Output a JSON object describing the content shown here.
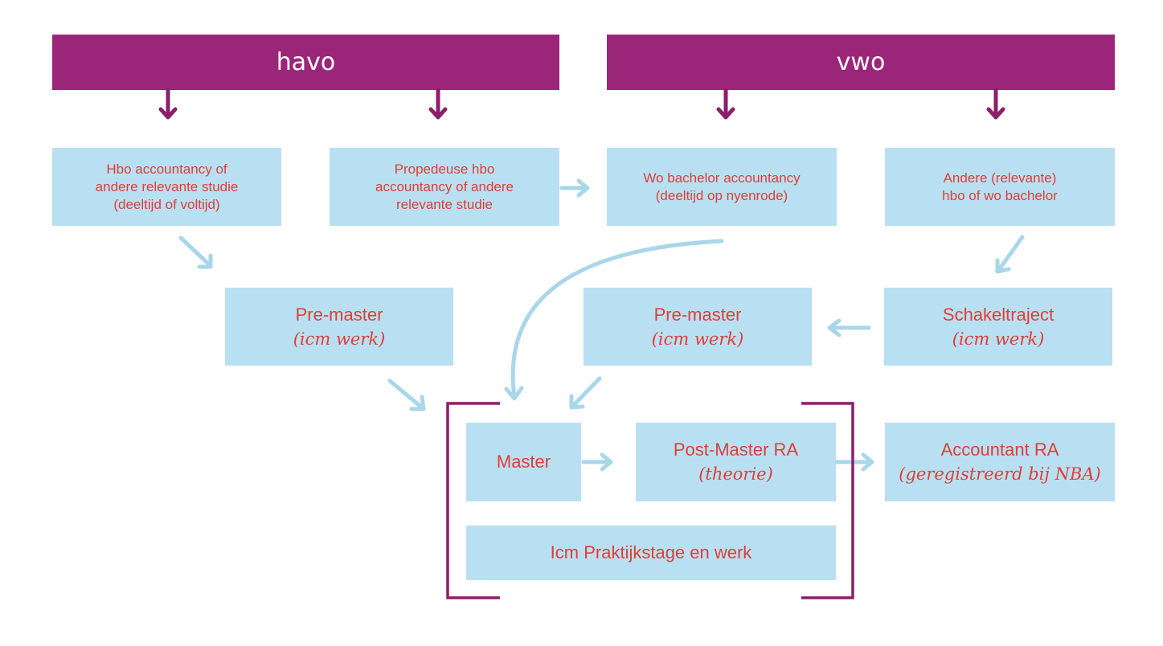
{
  "headers": {
    "havo": "havo",
    "vwo": "vwo"
  },
  "boxes": {
    "hbo_accountancy": [
      "Hbo accountancy  of",
      "andere relevante studie",
      "(deeltijd of voltijd)"
    ],
    "propedeuse": [
      "Propedeuse hbo",
      "accountancy of andere",
      "relevante studie"
    ],
    "wo_bachelor": [
      "Wo bachelor accountancy",
      "(deeltijd op nyenrode)"
    ],
    "andere_bachelor": [
      "Andere (relevante)",
      "hbo of wo bachelor"
    ],
    "premaster_left": {
      "title": "Pre-master",
      "note": "(icm werk)"
    },
    "premaster_right": {
      "title": "Pre-master",
      "note": "(icm werk)"
    },
    "schakeltraject": {
      "title": "Schakeltraject",
      "note": "(icm werk)"
    },
    "master": "Master",
    "postmaster": {
      "title": "Post-Master RA",
      "note": "(theorie)"
    },
    "accountant": {
      "title": "Accountant RA",
      "note": "(geregistreerd bij NBA)"
    },
    "praktijk": "Icm Praktijkstage en werk"
  },
  "colors": {
    "header": "#9b2679",
    "box": "#b9e0f2",
    "text": "#e23d35",
    "arrow_light": "#a9d6ea",
    "arrow_dark": "#8b1f6a",
    "bracket": "#8b1f6a"
  }
}
